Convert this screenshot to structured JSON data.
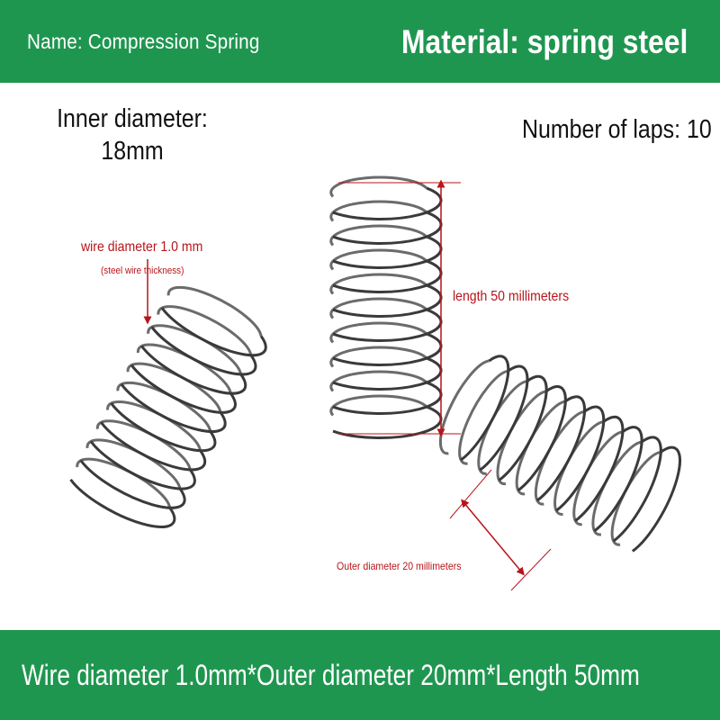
{
  "header": {
    "name_text": "Name: Compression Spring",
    "material_text": "Material: spring steel"
  },
  "specs": {
    "inner_diameter_label": "Inner diameter:",
    "inner_diameter_value": "18mm",
    "number_of_laps": "Number of laps: 10"
  },
  "annotations": {
    "wire_diameter": "wire diameter 1.0 mm",
    "wire_note": "(steel wire thickness)",
    "length": "length 50 millimeters",
    "outer_diameter": "Outer diameter 20 millimeters"
  },
  "footer": {
    "summary": "Wire diameter 1.0mm*Outer diameter 20mm*Length 50mm"
  },
  "colors": {
    "brand_green": "#1f9650",
    "annotation_red": "#b8141a",
    "spring_steel": "#3a3a3a"
  }
}
